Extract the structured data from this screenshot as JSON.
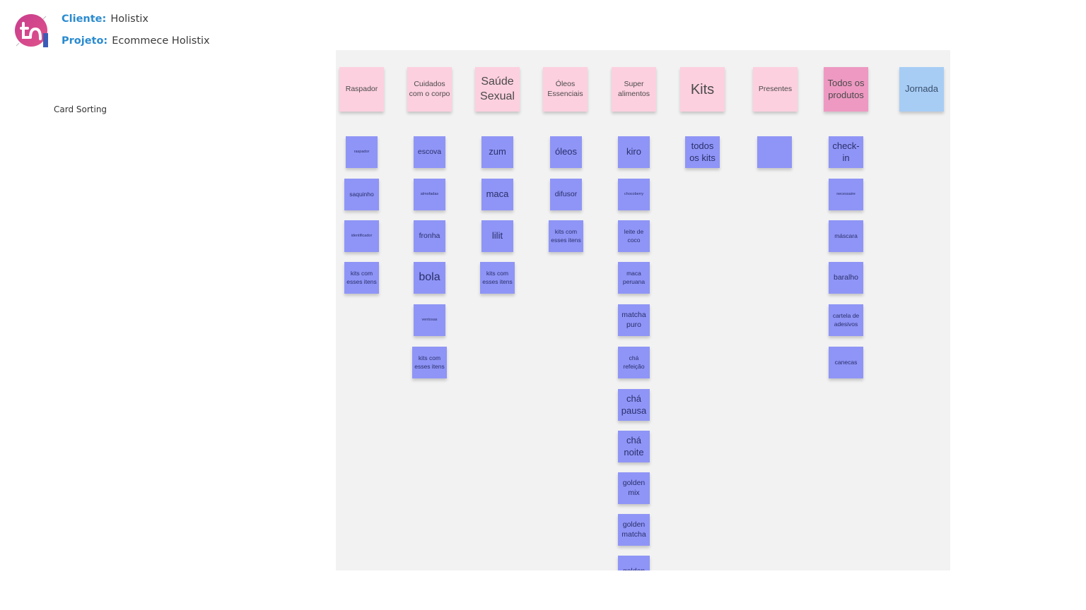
{
  "header": {
    "client_label": "Cliente:",
    "client_value": "Holistix",
    "project_label": "Projeto:",
    "project_value": "Ecommece Holistix",
    "section": "Card Sorting"
  },
  "colors": {
    "accent": "#2a8bd0",
    "header_note": "#fdd0df",
    "header_note_dark": "#ee99c2",
    "header_note_blue": "#a7cdf5",
    "card_note": "#8f95f6",
    "board_bg": "#f2f2f2"
  },
  "columns": [
    {
      "title": "Raspador",
      "cards": [
        "raspador",
        "saquinho",
        "identificador",
        "kits com esses itens"
      ]
    },
    {
      "title": "Cuidados com o corpo",
      "cards": [
        "escova",
        "almofadas",
        "fronha",
        "bola",
        "ventosas",
        "kits com esses itens"
      ]
    },
    {
      "title": "Saúde Sexual",
      "cards": [
        "zum",
        "maca",
        "lilit",
        "kits com esses itens"
      ]
    },
    {
      "title": "Óleos Essenciais",
      "cards": [
        "óleos",
        "difusor",
        "kits com esses itens"
      ]
    },
    {
      "title": "Super alimentos",
      "cards": [
        "kiro",
        "chocoberry",
        "leite de coco",
        "maca peruana",
        "matcha puro",
        "chá refeição",
        "chá pausa",
        "chá noite",
        "golden mix",
        "golden matcha",
        "golden"
      ]
    },
    {
      "title": "Kits",
      "cards": [
        "todos os kits"
      ]
    },
    {
      "title": "Presentes",
      "cards": [
        ""
      ]
    },
    {
      "title": "Todos os produtos",
      "cards": [
        "check-in",
        "necessaire",
        "máscara",
        "baralho",
        "cartela de adesivos",
        "canecas"
      ]
    },
    {
      "title": "Jornada",
      "cards": []
    }
  ]
}
